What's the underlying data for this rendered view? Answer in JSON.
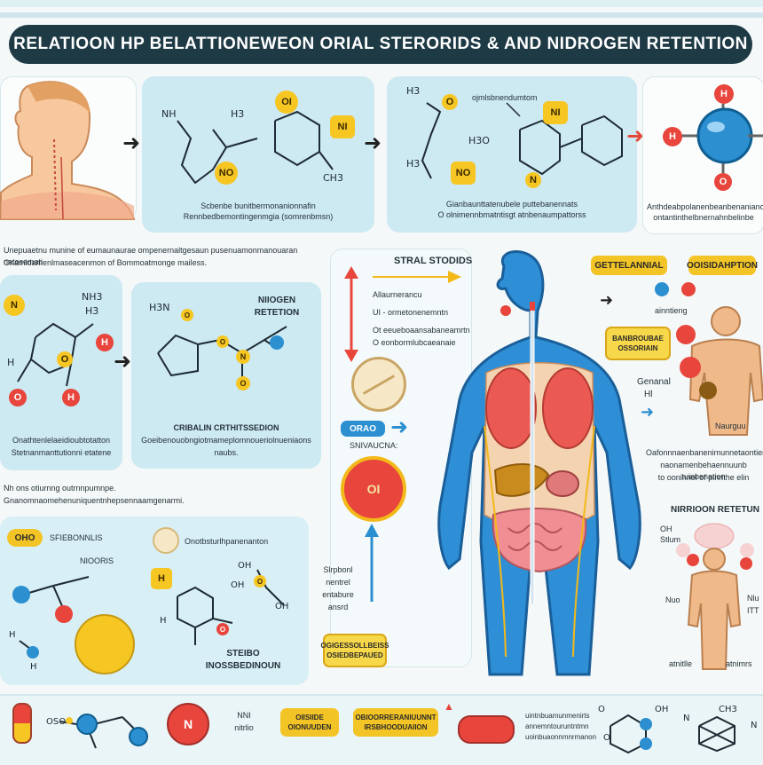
{
  "title": "RELATIOON HP BELATTIONEWEON ORIAL STERORIDS & AND NIDROGEN  RETENTION",
  "top_row": {
    "panel2": {
      "caption1": "Scbenbe bunitbermonanionnafin",
      "caption2": "Rennbedbemontingenmgia (somrenbmsn)",
      "labels": [
        "NH",
        "H3",
        "OI",
        "NI",
        "NO",
        "CH3"
      ]
    },
    "panel3": {
      "header": "ojmlsbnendumtom",
      "caption1": "Gianbaunttatenubele puttebanennats",
      "caption2": "O olnimennbmatntisgt atnbenaumpattorss",
      "labels": [
        "H3",
        "O",
        "NI",
        "H3O",
        "H3",
        "NO",
        "N"
      ]
    },
    "panel4": {
      "caption1": "Anthdeabpolanenbeanbenaniano",
      "caption2": "ontantinthelbnernahnbelinbe",
      "labels": [
        "H",
        "H",
        "O"
      ]
    }
  },
  "mid_text": {
    "line1": "Unepuaetnu munine of eumaunaurae ompenernaltgesaun pusenuamonmanouaran natosemati",
    "line2": "Onamidamenlmaseacenmon of Bommoatmonge mailess."
  },
  "mid_left": {
    "panel_a": {
      "caption1": "Onathtenlelaeidioubtotatton",
      "caption2": "Stetnanmanttutionni etatene",
      "labels": [
        "N",
        "NH3",
        "H3",
        "H",
        "O",
        "H",
        "O",
        "H"
      ]
    },
    "panel_b": {
      "title1": "NIIOGEN",
      "title2": "RETETION",
      "caption1": "CRIBALIN CRTHITSSEDION",
      "caption2": "Goeibenouobngiotmameplomnoueriolnueniaons",
      "caption3": "naubs.",
      "labels": [
        "H3N",
        "O",
        "N",
        "O",
        "O"
      ]
    }
  },
  "mid_text2": {
    "line1": "Nh ons otiurnng outrnnpumnpe.",
    "line2": "Gnanomnaomehenuniquentnhepsennaamgenarmi."
  },
  "bottom_left": {
    "chip1": "OHO",
    "label1": "SFIEBONNLIS",
    "label2": "NIOORIS",
    "label3": "Onotbsturlhpanenanton",
    "chip2": "H",
    "caption1": "STEIBO",
    "caption2": "INOSSBEDINOUN",
    "labels": [
      "H",
      "H",
      "OH",
      "OH",
      "O",
      "OH",
      "O",
      "H"
    ]
  },
  "center": {
    "header": "STRAL STODIDS",
    "lines": [
      "Allaurnerancu",
      "UI - ormetonenemntn",
      "Ot eeueboaansabaneamrtn",
      "O eonbormlubcaeanaie"
    ],
    "pill_label": "ORAO",
    "pill_caption": "SNIVAUCNA:",
    "ball_label": "OI",
    "side_caption": [
      "Slrpbonl",
      "nentrel",
      "entabure",
      "ansrd"
    ],
    "bottom_chip": "OGIGESSOLLBEISS OSIEDBEPAUED"
  },
  "right": {
    "chip1": "GETTELANNIAL",
    "chip2": "OOISIDAHPTION",
    "caption_small": "ainntieng",
    "chip3": "BANBROUBAE OSSORIAIN",
    "label_gen1": "Genanal",
    "label_gen2": "Hl",
    "label_nerve": "Naurguu",
    "paragraph": [
      "Oafonnnaenbanenimunnetaontien",
      "naonamenbehaennuunb tuinbenation",
      "to ooninnel of pinrithe elin"
    ],
    "nitro_title": "NIRRIOON RETETUN",
    "side_labels": [
      "OH",
      "Stlum",
      "Nuo",
      "Nlu",
      "ITT"
    ],
    "foot_labels": [
      "atnitlle",
      "atnimrs"
    ]
  },
  "bottom_bar": {
    "labels": [
      "OSO",
      "N",
      "NNI",
      "nitrlio",
      "N"
    ],
    "chip1": "OIISIIDE OIONUUDEN",
    "chip2": "OBIOORRERANIUUNNT IRSBHOODUAIION",
    "small_text": [
      "uintnbuamunmenirts",
      "annemntouruntntmn",
      "uoinbuaonnmnrmanon"
    ],
    "chem_labels": [
      "O",
      "OH",
      "N",
      "CH3",
      "N",
      "O"
    ]
  },
  "colors": {
    "title_bg": "#1e3a45",
    "panel_bg": "#cde9f2",
    "accent_yellow": "#f6c623",
    "accent_red": "#e8453c",
    "accent_blue": "#2b8fd0",
    "body_blue": "#2f8fd6"
  }
}
